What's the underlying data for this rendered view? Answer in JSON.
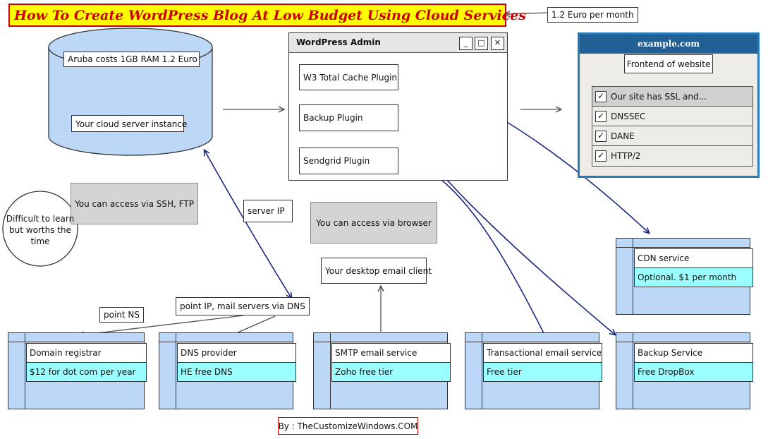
{
  "title": "How To Create WordPress Blog At Low Budget Using Cloud Services",
  "price_note": "1.2 Euro per month",
  "server": {
    "label": "Aruba costs 1GB RAM 1.2 Euro",
    "instance": "Your cloud server instance"
  },
  "ssh_note": "You can access via SSH, FTP",
  "difficult_note": "Difficult to learn but worths the time",
  "server_ip": "server IP",
  "wp_admin": {
    "title": "WordPress Admin",
    "plugins": [
      "W3 Total Cache Plugin",
      "Backup Plugin",
      "Sendgrid Plugin"
    ]
  },
  "browser_note": "You can access via browser",
  "email_client": "Your desktop email client",
  "frontend": {
    "domain": "example.com",
    "label": "Frontend of website",
    "checks": [
      "Our site has SSL and...",
      "DNSSEC",
      "DANE",
      "HTTP/2"
    ]
  },
  "point_ns": "point NS",
  "point_ip": "point IP, mail servers via DNS",
  "services": [
    {
      "name": "Domain registrar",
      "note": "$12 for dot com per year"
    },
    {
      "name": "DNS provider",
      "note": "HE free DNS"
    },
    {
      "name": "SMTP email service",
      "note": "Zoho free tier"
    },
    {
      "name": "Transactional email service",
      "note": "Free tier"
    },
    {
      "name": "Backup Service",
      "note": "Free DropBox"
    },
    {
      "name": "CDN service",
      "note": "Optional. $1 per month"
    }
  ],
  "credit": "By : TheCustomizeWindows.COM",
  "colors": {
    "title_bg": "#ffff00",
    "title_text": "#cc0000",
    "service_bg": "#bcd8f6",
    "note_bg": "#99ffff",
    "arrow": "#1a2a80"
  }
}
